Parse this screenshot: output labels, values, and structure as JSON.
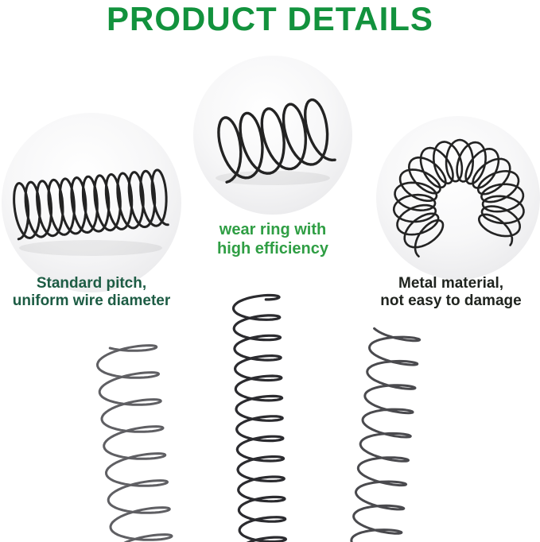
{
  "title": "PRODUCT DETAILS",
  "colors": {
    "title_green": "#12923d",
    "caption_green": "#2f9e44",
    "caption_dark_green": "#1d5c44",
    "caption_dark": "#20241f",
    "spring_black": "#232323",
    "spring_dark": "#2b2b2f",
    "spring_gray": "#5f5f63",
    "spring_midgray": "#4a4a4e"
  },
  "features": [
    {
      "id": "standard-pitch",
      "line1": "Standard pitch,",
      "line2": "uniform wire diameter"
    },
    {
      "id": "wear-ring",
      "line1": "wear ring with",
      "line2": "high efficiency"
    },
    {
      "id": "metal-material",
      "line1": "Metal material,",
      "line2": "not easy to damage"
    }
  ]
}
